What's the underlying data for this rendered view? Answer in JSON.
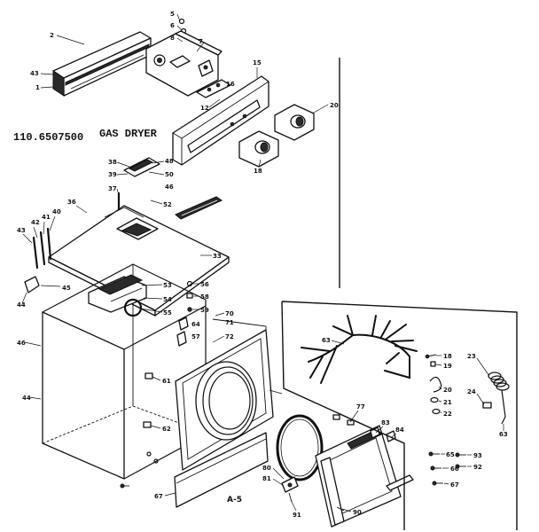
{
  "header": {
    "model_number": "110.6507500",
    "title": "GAS DRYER"
  },
  "diagram_label": "A-5",
  "callouts": [
    "2",
    "43",
    "1",
    "5",
    "6",
    "8",
    "7",
    "15",
    "16",
    "12",
    "20",
    "18",
    "38",
    "39",
    "37",
    "48",
    "50",
    "46",
    "36",
    "52",
    "40",
    "41",
    "42",
    "43",
    "33",
    "45",
    "44",
    "53",
    "54",
    "55",
    "56",
    "58",
    "59",
    "70",
    "71",
    "72",
    "64",
    "57",
    "46",
    "44",
    "61",
    "62",
    "67",
    "80",
    "81",
    "91",
    "77",
    "83",
    "84",
    "90",
    "63",
    "18",
    "19",
    "20",
    "21",
    "22",
    "23",
    "24",
    "63",
    "65",
    "66",
    "67",
    "93",
    "92"
  ]
}
